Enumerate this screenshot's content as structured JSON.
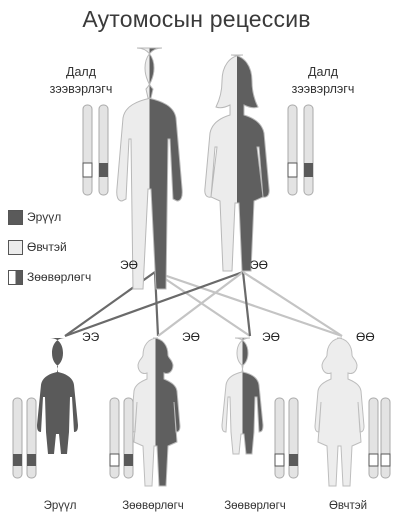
{
  "title": "Аутомосын рецессив",
  "parents": {
    "left_label": [
      "Далд",
      "зээвэрлэгч"
    ],
    "right_label": [
      "Далд",
      "зээвэрлэгч"
    ],
    "father_genotype": "ЭӨ",
    "mother_genotype": "ЭӨ"
  },
  "legend": [
    {
      "label": "Эрүүл",
      "type": "healthy",
      "color": "#5a5a5a"
    },
    {
      "label": "Өвчтэй",
      "type": "affected",
      "color": "#e6e6e6"
    },
    {
      "label": "Зөөвөрлөгч",
      "type": "carrier",
      "color": "#9a9a9a"
    }
  ],
  "children": [
    {
      "genotype": "ЭЭ",
      "status": "Эрүүл",
      "sex": "male"
    },
    {
      "genotype": "ЭӨ",
      "status": "Зөөвөрлөгч",
      "sex": "female"
    },
    {
      "genotype": "ЭӨ",
      "status": "Зөөвөрлөгч",
      "sex": "male"
    },
    {
      "genotype": "ӨӨ",
      "status": "Өвчтэй",
      "sex": "female"
    }
  ],
  "colors": {
    "dark": "#5b5b5b",
    "light": "#e8e8e8",
    "outline": "#bdbdbd"
  }
}
